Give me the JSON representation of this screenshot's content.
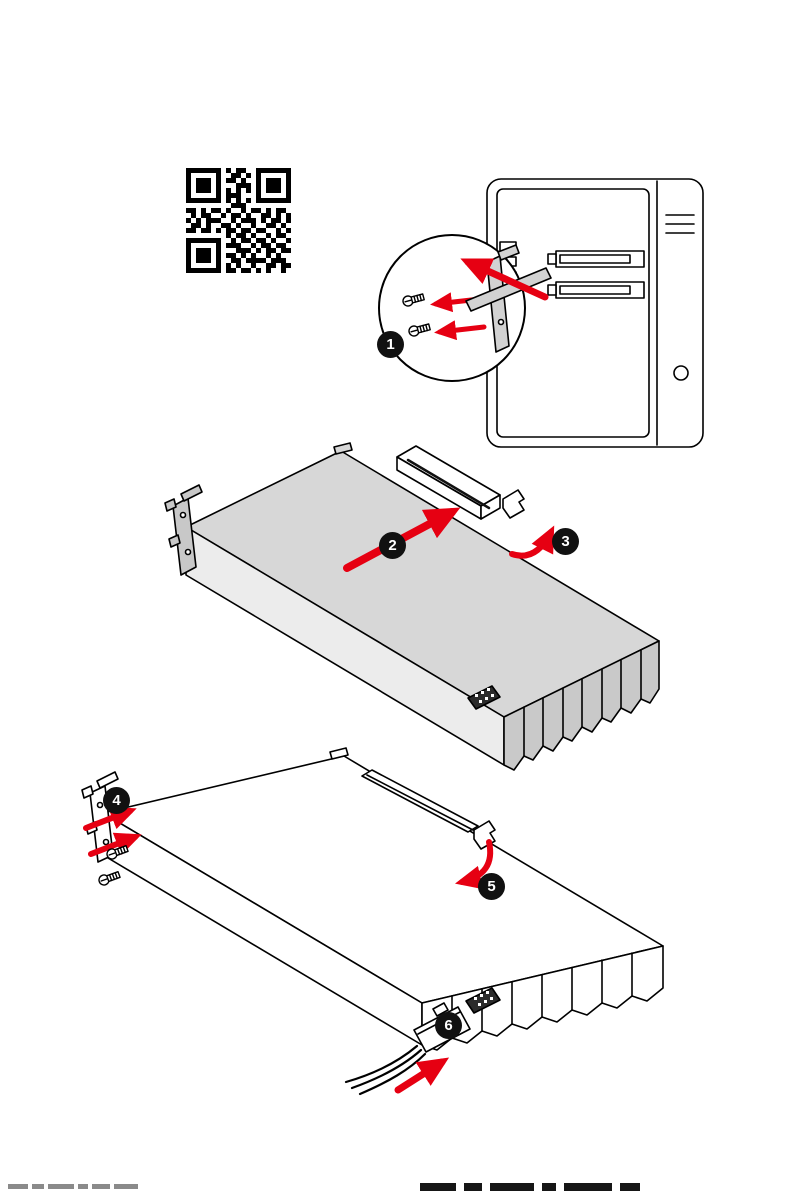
{
  "document": {
    "kind": "graphics-card-installation-figure"
  },
  "steps": [
    {
      "number": "1"
    },
    {
      "number": "2"
    },
    {
      "number": "3"
    },
    {
      "number": "4"
    },
    {
      "number": "5"
    },
    {
      "number": "6"
    }
  ],
  "colors": {
    "background": "#ffffff",
    "outline": "#000000",
    "arrow": "#e60012",
    "badge_background": "#111111",
    "badge_text": "#ffffff",
    "card_top": "#d7d7d7",
    "card_side": "#ececec",
    "fins": "#c9c9c9",
    "metal": "#d2d2d2"
  },
  "qr_code": {
    "modules": 21,
    "pattern": [
      "111111101011001111111",
      "100000100110101000001",
      "101110101101001011101",
      "101110100011101011101",
      "101110101010101011101",
      "100000101110001000001",
      "111111101010101111111",
      "000000000111000000000",
      "110101101001011010110",
      "010110010110100110101",
      "101011100101110101101",
      "011010011010010011010",
      "110110101101101100101",
      "000000001011010010110",
      "111111100101101101001",
      "100000101110010110110",
      "101110100011101011011",
      "101110101101010010100",
      "101110100110111101110",
      "100000101010010011011",
      "111111101101101010010"
    ]
  }
}
